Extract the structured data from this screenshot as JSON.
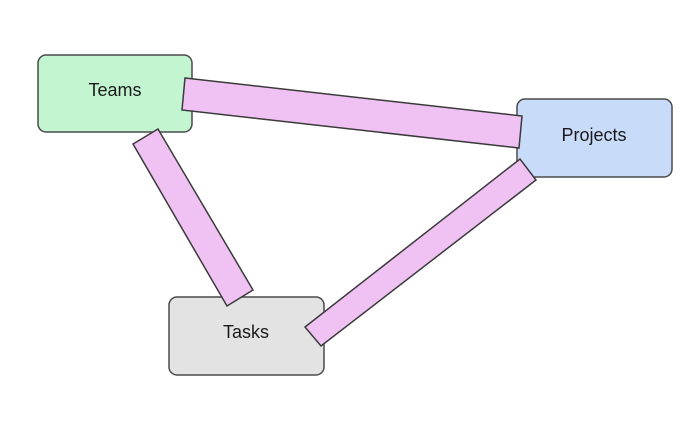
{
  "nodes": [
    {
      "id": "teams",
      "label": "Teams",
      "color": "#c2f5d0"
    },
    {
      "id": "projects",
      "label": "Projects",
      "color": "#c8dcfa"
    },
    {
      "id": "tasks",
      "label": "Tasks",
      "color": "#e3e3e3"
    }
  ],
  "edges": [
    {
      "from": "teams",
      "to": "projects"
    },
    {
      "from": "teams",
      "to": "tasks"
    },
    {
      "from": "tasks",
      "to": "projects"
    }
  ],
  "edge_color": "#f0c2f4"
}
